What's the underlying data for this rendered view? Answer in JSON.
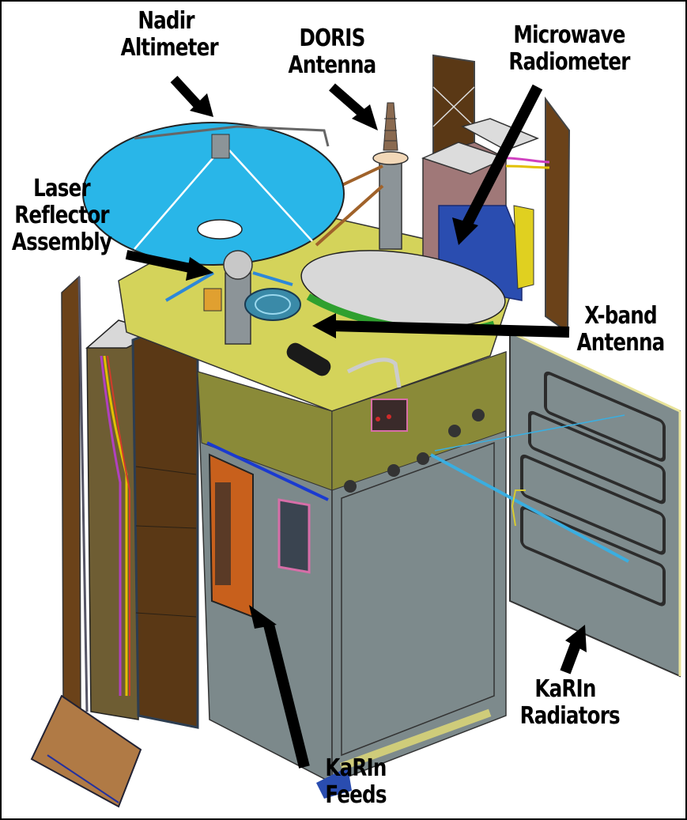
{
  "diagram": {
    "subject": "Spacecraft component layout",
    "colors": {
      "background": "#ffffff",
      "border": "#000000",
      "arrow": "#000000",
      "altimeter_dish": "#29b6e8",
      "deck": "#d6d65a",
      "side_panel_olive": "#8a8a3a",
      "main_body_gray": "#7d8a8c",
      "solar_panel_brown": "#5e3b17",
      "radiometer_blue": "#2a4db0",
      "xband_dish": "#d8d8d8",
      "harness_green": "#2fa02f",
      "karin_feed_orange": "#d4651c"
    },
    "labels": [
      {
        "id": "nadir-altimeter",
        "lines": [
          "Nadir",
          "Altimeter"
        ]
      },
      {
        "id": "doris-antenna",
        "lines": [
          "DORIS",
          "Antenna"
        ]
      },
      {
        "id": "microwave-radiometer",
        "lines": [
          "Microwave",
          "Radiometer"
        ]
      },
      {
        "id": "laser-reflector-assembly",
        "lines": [
          "Laser",
          "Reflector",
          "Assembly"
        ]
      },
      {
        "id": "x-band-antenna",
        "lines": [
          "X-band",
          "Antenna"
        ]
      },
      {
        "id": "karin-radiators",
        "lines": [
          "KaRIn",
          "Radiators"
        ]
      },
      {
        "id": "karin-feeds",
        "lines": [
          "KaRIn",
          "Feeds"
        ]
      }
    ]
  }
}
